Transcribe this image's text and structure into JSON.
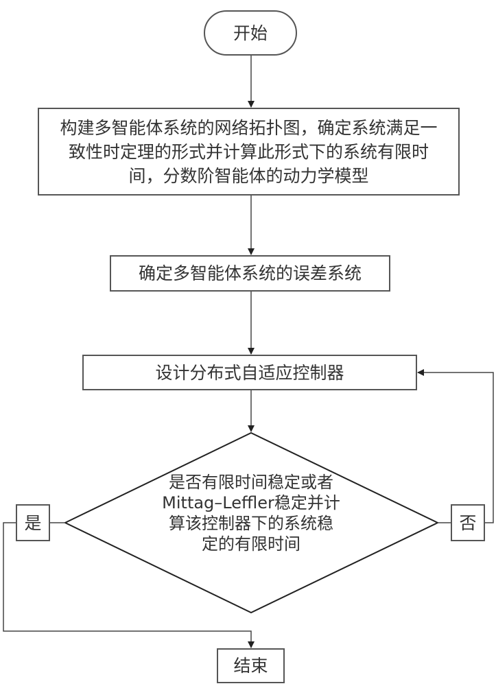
{
  "flowchart": {
    "start": "开始",
    "step1": "构建多智能体系统的网络拓扑图，确定系统满足一致性时定理的形式并计算此形式下的系统有限时间，分数阶智能体的动力学模型",
    "step2": "确定多智能体系统的误差系统",
    "step3": "设计分布式自适应控制器",
    "decision": "是否有限时间稳定或者Mittag–Leffler稳定并计算该控制器下的系统稳定的有限时间",
    "yes": "是",
    "no": "否",
    "end": "结束"
  },
  "colors": {
    "line": "#444444",
    "text": "#333333"
  }
}
